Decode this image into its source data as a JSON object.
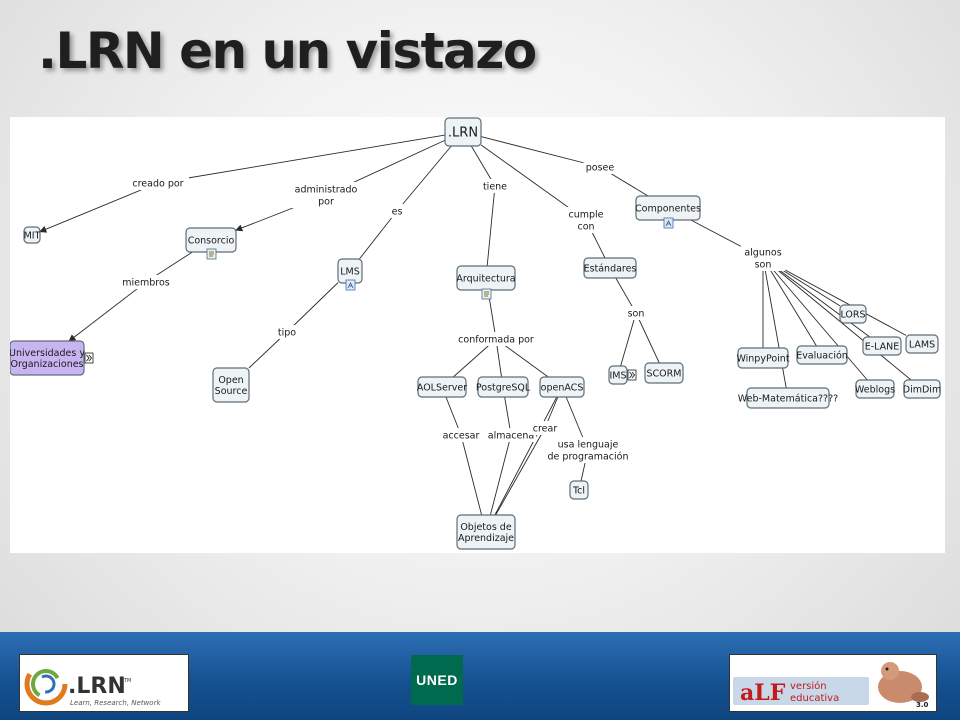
{
  "slide": {
    "title": ".LRN en un vistazo"
  },
  "concept_map": {
    "nodes": [
      {
        "id": "lrn",
        "lines": [
          ".LRN"
        ]
      },
      {
        "id": "mit",
        "lines": [
          "MIT"
        ]
      },
      {
        "id": "consorcio",
        "lines": [
          "Consorcio"
        ]
      },
      {
        "id": "univ",
        "lines": [
          "Universidades y",
          "Organizaciones"
        ]
      },
      {
        "id": "lms",
        "lines": [
          "LMS"
        ]
      },
      {
        "id": "opensource",
        "lines": [
          "Open",
          "Source"
        ]
      },
      {
        "id": "arquitectura",
        "lines": [
          "Arquitectura"
        ]
      },
      {
        "id": "aolserver",
        "lines": [
          "AOLServer"
        ]
      },
      {
        "id": "postgresql",
        "lines": [
          "PostgreSQL"
        ]
      },
      {
        "id": "openacs",
        "lines": [
          "openACS"
        ]
      },
      {
        "id": "tcl",
        "lines": [
          "Tcl"
        ]
      },
      {
        "id": "objetos",
        "lines": [
          "Objetos de",
          "Aprendizaje"
        ]
      },
      {
        "id": "estandares",
        "lines": [
          "Estándares"
        ]
      },
      {
        "id": "ims",
        "lines": [
          "IMS"
        ]
      },
      {
        "id": "scorm",
        "lines": [
          "SCORM"
        ]
      },
      {
        "id": "componentes",
        "lines": [
          "Componentes"
        ]
      },
      {
        "id": "lors",
        "lines": [
          "LORS"
        ]
      },
      {
        "id": "elane",
        "lines": [
          "E-LANE"
        ]
      },
      {
        "id": "lams",
        "lines": [
          "LAMS"
        ]
      },
      {
        "id": "winpypoint",
        "lines": [
          "WinpyPoint"
        ]
      },
      {
        "id": "evaluacion",
        "lines": [
          "Evaluación"
        ]
      },
      {
        "id": "webmat",
        "lines": [
          "Web-Matemática????"
        ]
      },
      {
        "id": "weblogs",
        "lines": [
          "Weblogs"
        ]
      },
      {
        "id": "dimdim",
        "lines": [
          "DimDim"
        ]
      }
    ],
    "linking_phrases": [
      {
        "id": "creado",
        "lines": [
          "creado por"
        ]
      },
      {
        "id": "administrado",
        "lines": [
          "administrado",
          "por"
        ]
      },
      {
        "id": "es",
        "lines": [
          "es"
        ]
      },
      {
        "id": "tiene",
        "lines": [
          "tiene"
        ]
      },
      {
        "id": "cumple",
        "lines": [
          "cumple",
          "con"
        ]
      },
      {
        "id": "posee",
        "lines": [
          "posee"
        ]
      },
      {
        "id": "miembros",
        "lines": [
          "miembros"
        ]
      },
      {
        "id": "tipo",
        "lines": [
          "tipo"
        ]
      },
      {
        "id": "conformada",
        "lines": [
          "conformada por"
        ]
      },
      {
        "id": "son1",
        "lines": [
          "son"
        ]
      },
      {
        "id": "algunos",
        "lines": [
          "algunos",
          "son"
        ]
      },
      {
        "id": "accesar",
        "lines": [
          "accesar"
        ]
      },
      {
        "id": "almacena",
        "lines": [
          "almacena"
        ]
      },
      {
        "id": "crear",
        "lines": [
          "crear"
        ]
      },
      {
        "id": "usa",
        "lines": [
          "usa lenguaje",
          "de programación"
        ]
      }
    ],
    "edges": [
      [
        "lrn",
        "creado"
      ],
      [
        "creado",
        "mit"
      ],
      [
        "lrn",
        "administrado"
      ],
      [
        "administrado",
        "consorcio"
      ],
      [
        "lrn",
        "es"
      ],
      [
        "es",
        "lms"
      ],
      [
        "lrn",
        "tiene"
      ],
      [
        "tiene",
        "arquitectura"
      ],
      [
        "lrn",
        "cumple"
      ],
      [
        "cumple",
        "estandares"
      ],
      [
        "lrn",
        "posee"
      ],
      [
        "posee",
        "componentes"
      ],
      [
        "consorcio",
        "miembros"
      ],
      [
        "miembros",
        "univ"
      ],
      [
        "lms",
        "tipo"
      ],
      [
        "tipo",
        "opensource"
      ],
      [
        "arquitectura",
        "conformada"
      ],
      [
        "conformada",
        "aolserver"
      ],
      [
        "conformada",
        "postgresql"
      ],
      [
        "conformada",
        "openacs"
      ],
      [
        "estandares",
        "son1"
      ],
      [
        "son1",
        "ims"
      ],
      [
        "son1",
        "scorm"
      ],
      [
        "componentes",
        "algunos"
      ],
      [
        "algunos",
        "lors"
      ],
      [
        "algunos",
        "elane"
      ],
      [
        "algunos",
        "lams"
      ],
      [
        "algunos",
        "winpypoint"
      ],
      [
        "algunos",
        "evaluacion"
      ],
      [
        "algunos",
        "webmat"
      ],
      [
        "algunos",
        "weblogs"
      ],
      [
        "algunos",
        "dimdim"
      ],
      [
        "aolserver",
        "accesar"
      ],
      [
        "accesar",
        "objetos"
      ],
      [
        "postgresql",
        "almacena"
      ],
      [
        "almacena",
        "objetos"
      ],
      [
        "openacs",
        "crear"
      ],
      [
        "crear",
        "objetos"
      ],
      [
        "openacs",
        "usa"
      ],
      [
        "usa",
        "tcl"
      ],
      [
        "openacs",
        "objetos"
      ]
    ]
  },
  "footer": {
    "lrn_logo": {
      "wordmark": ".LRN",
      "tm": "TM",
      "tagline": "Learn, Research, Network"
    },
    "uned_logo": {
      "text": "UNED"
    },
    "alf_logo": {
      "brand": "aLF",
      "line1": "versión",
      "line2": "educativa",
      "version": "3.0"
    }
  }
}
